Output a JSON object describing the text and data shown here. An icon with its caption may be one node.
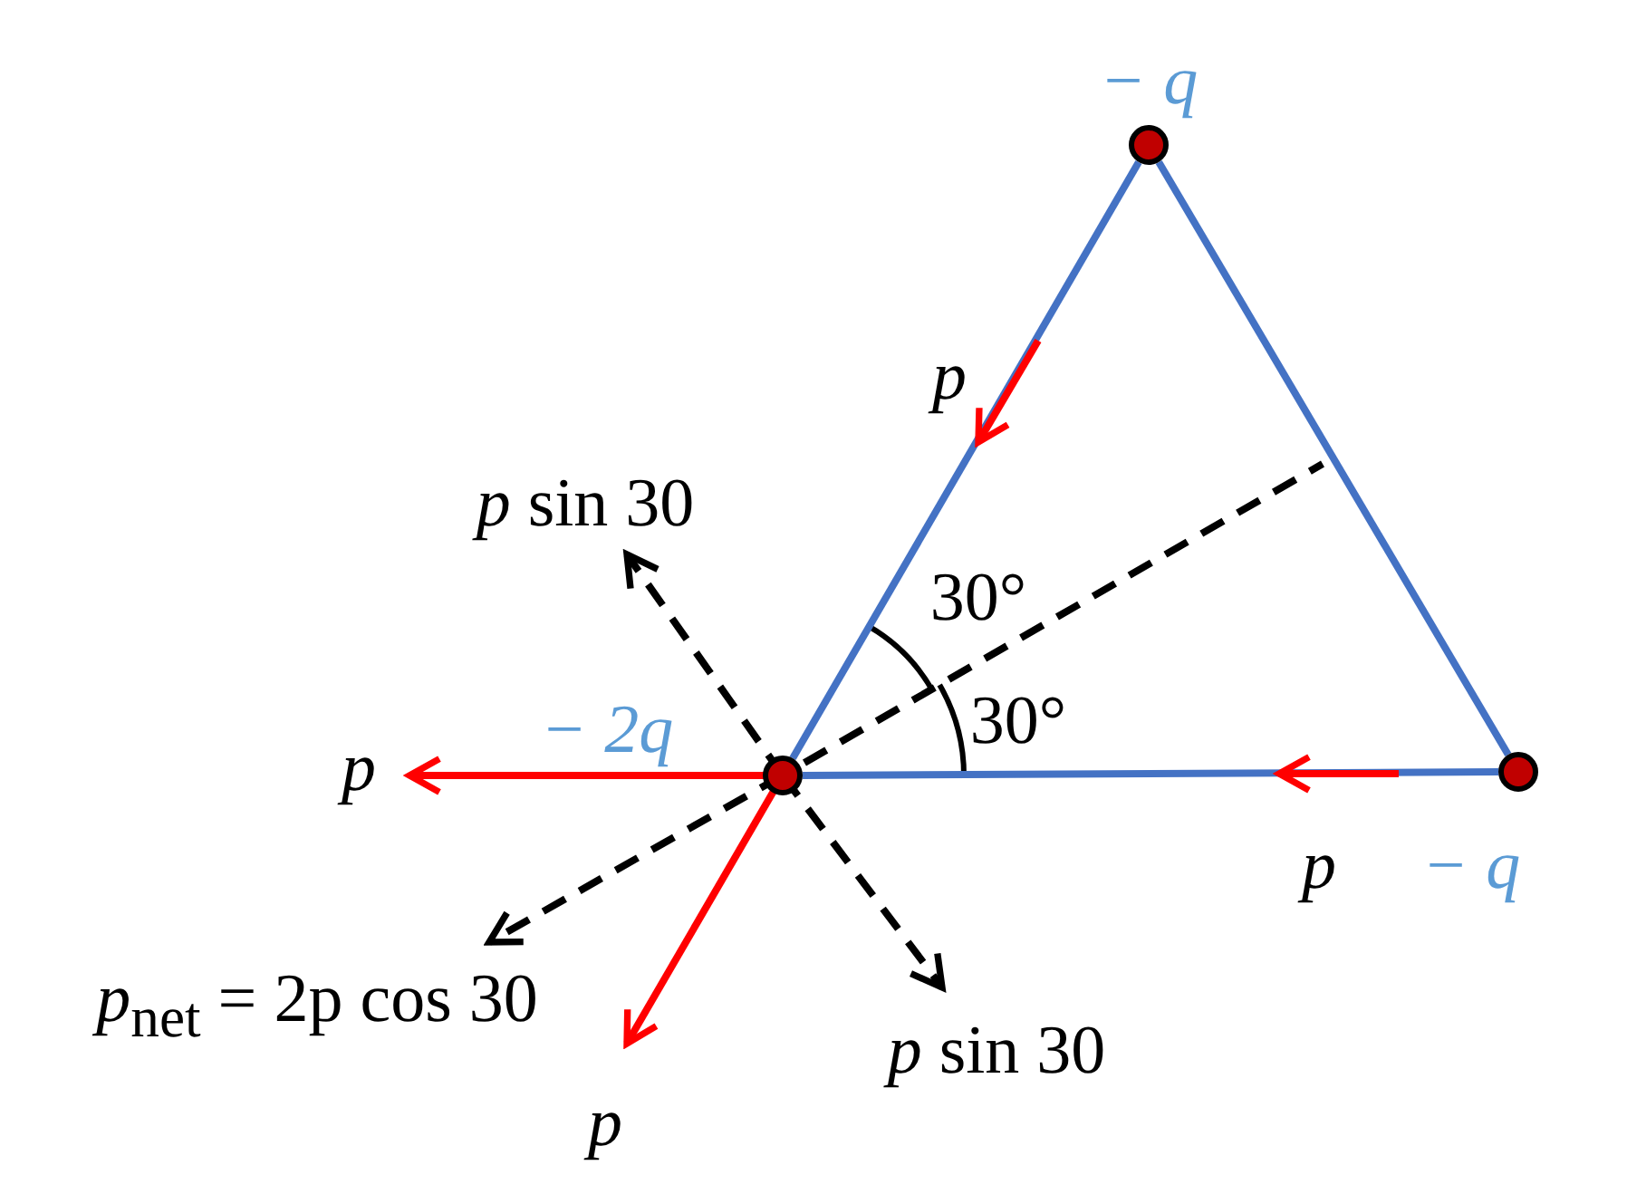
{
  "diagram": {
    "nodes": [
      {
        "text": [],
        "shape": "circle",
        "beside": [
          "− *q*"
        ]
      },
      {
        "text": [],
        "shape": "circle",
        "beside": [
          "− 2q"
        ]
      },
      {
        "text": [],
        "shape": "circle",
        "beside": [
          "− *q*"
        ]
      }
    ],
    "edges": [
      {
        "from": 0,
        "to": 1,
        "arrow": "none"
      },
      {
        "from": 1,
        "to": 2,
        "arrow": "none"
      },
      {
        "from": 0,
        "to": 2,
        "arrow": "none"
      }
    ],
    "labels": [
      "p",
      "*p* sin 30",
      "30°",
      "30°",
      "p",
      "p",
      "*p*$_{net}$ = 2p cos 30",
      "*p* sin 30",
      "p"
    ]
  }
}
